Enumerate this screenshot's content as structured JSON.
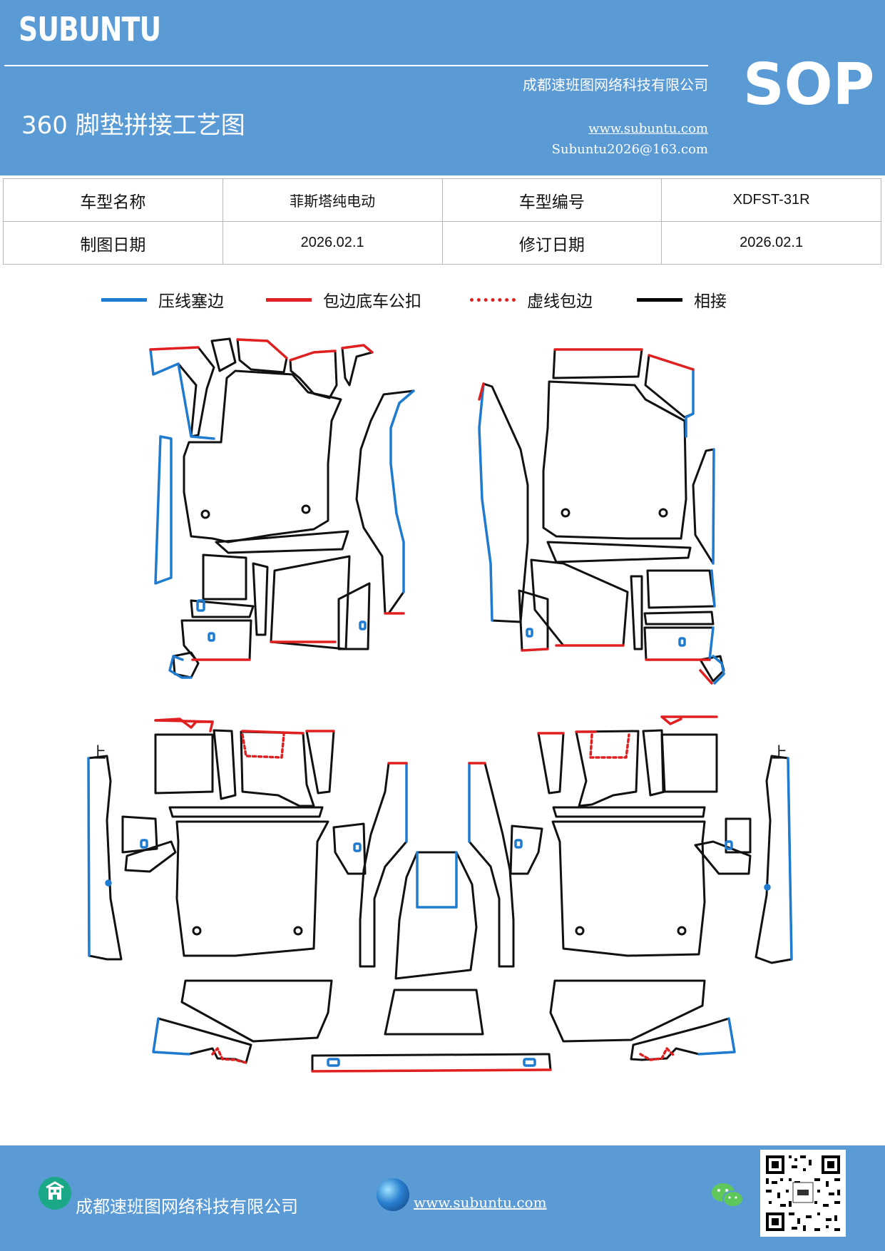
{
  "header": {
    "brand": "SUBUNTU",
    "company": "成都速班图网络科技有限公司",
    "title": "360 脚垫拼接工艺图",
    "website": "www.subuntu.com",
    "email": "Subuntu2026@163.com",
    "sop": "SOP"
  },
  "info_table": {
    "rows": [
      [
        "车型名称",
        "菲斯塔纯电动",
        "车型编号",
        "XDFST-31R"
      ],
      [
        "制图日期",
        "2026.02.1",
        "修订日期",
        "2026.02.1"
      ]
    ]
  },
  "legend": [
    {
      "label": "压线塞边",
      "color": "#1f7bd0",
      "style": "solid"
    },
    {
      "label": "包边底车公扣",
      "color": "#e02020",
      "style": "solid"
    },
    {
      "label": "虚线包边",
      "color": "#e02020",
      "style": "dotted"
    },
    {
      "label": "相接",
      "color": "#000000",
      "style": "solid"
    }
  ],
  "diagram": {
    "marks": [
      "上",
      "上"
    ]
  },
  "footer": {
    "company": "成都速班图网络科技有限公司",
    "website": "www.subuntu.com",
    "icons": [
      "building-icon",
      "globe-icon",
      "wechat-icon",
      "qr-code"
    ]
  }
}
